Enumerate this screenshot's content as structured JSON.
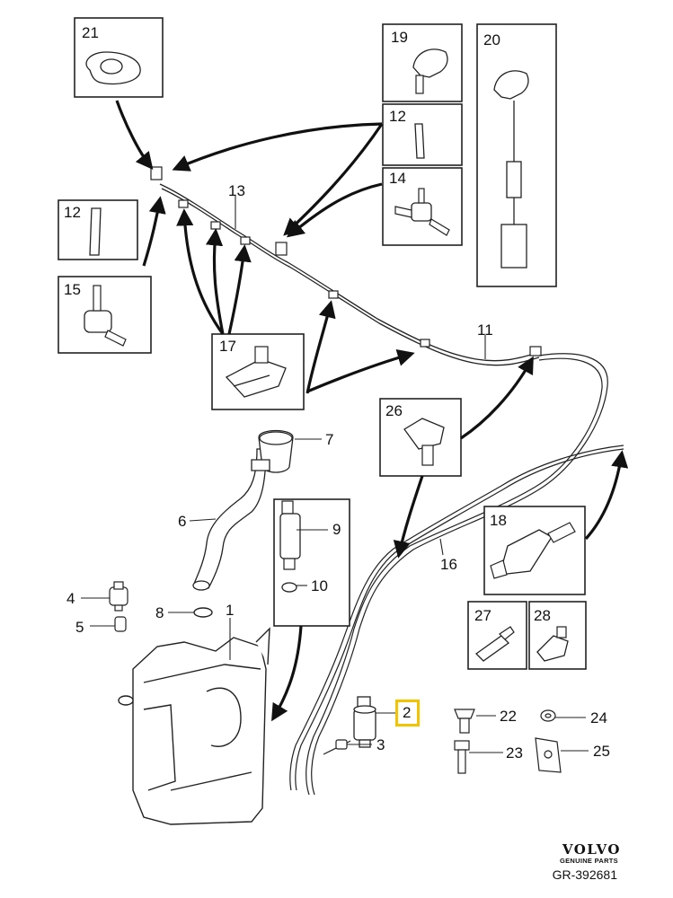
{
  "diagram": {
    "boxes": [
      {
        "id": "b21",
        "label": "21"
      },
      {
        "id": "b19",
        "label": "19"
      },
      {
        "id": "b20",
        "label": "20"
      },
      {
        "id": "b12a",
        "label": "12"
      },
      {
        "id": "b14",
        "label": "14"
      },
      {
        "id": "b12b",
        "label": "12"
      },
      {
        "id": "b15",
        "label": "15"
      },
      {
        "id": "b17",
        "label": "17"
      },
      {
        "id": "b26",
        "label": "26"
      },
      {
        "id": "b9",
        "label": "9"
      },
      {
        "id": "b18",
        "label": "18"
      },
      {
        "id": "b27",
        "label": "27"
      },
      {
        "id": "b28",
        "label": "28"
      }
    ],
    "callouts": [
      {
        "id": "c13",
        "label": "13"
      },
      {
        "id": "c11",
        "label": "11"
      },
      {
        "id": "c7",
        "label": "7"
      },
      {
        "id": "c6",
        "label": "6"
      },
      {
        "id": "c10",
        "label": "10"
      },
      {
        "id": "c16",
        "label": "16"
      },
      {
        "id": "c4",
        "label": "4"
      },
      {
        "id": "c5",
        "label": "5"
      },
      {
        "id": "c8",
        "label": "8"
      },
      {
        "id": "c1",
        "label": "1"
      },
      {
        "id": "c2",
        "label": "2"
      },
      {
        "id": "c3",
        "label": "3"
      },
      {
        "id": "c22",
        "label": "22"
      },
      {
        "id": "c24",
        "label": "24"
      },
      {
        "id": "c23",
        "label": "23"
      },
      {
        "id": "c25",
        "label": "25"
      }
    ],
    "highlighted_part": "2"
  },
  "brand": {
    "name": "VOLVO",
    "tagline": "GENUINE PARTS"
  },
  "reference": "GR-392681"
}
